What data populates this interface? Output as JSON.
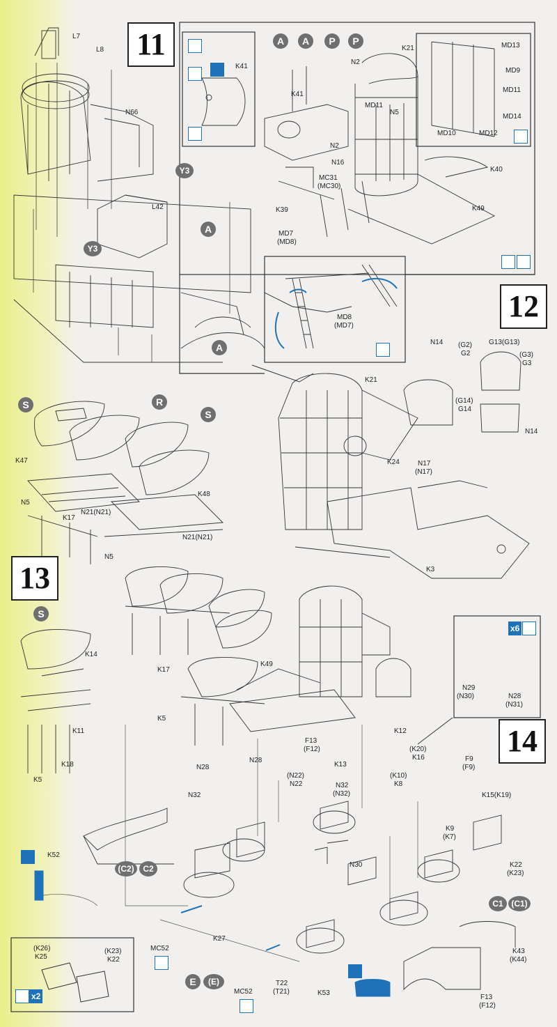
{
  "steps": {
    "s11": "11",
    "s12": "12",
    "s13": "13",
    "s14": "14"
  },
  "letters": {
    "A": "A",
    "P": "P",
    "R": "R",
    "S": "S",
    "E": "E",
    "Y3": "Y3",
    "C1": "C1",
    "C2": "C2",
    "E_paren": "(E)",
    "C1_paren": "(C1)",
    "C2_paren": "(C2)"
  },
  "badges": {
    "x2": "x2",
    "x6": "x6"
  },
  "labels": {
    "L7": "L7",
    "L8": "L8",
    "N66": "N66",
    "L42": "L42",
    "K41": "K41",
    "N2": "N2",
    "K21": "K21",
    "MD11": "MD11",
    "N5": "N5",
    "MD13": "MD13",
    "MD9": "MD9",
    "MD14": "MD14",
    "MD10": "MD10",
    "MD12": "MD12",
    "N16": "N16",
    "MC31": "MC31",
    "MC30p": "(MC30)",
    "K40": "K40",
    "K39": "K39",
    "K49": "K49",
    "MD7": "MD7",
    "MD8p": "(MD8)",
    "MD8": "MD8",
    "MD7p": "(MD7)",
    "N14": "N14",
    "G2p": "(G2)",
    "G2": "G2",
    "G13": "G13(G13)",
    "G3p": "(G3)",
    "G3": "G3",
    "G14p": "(G14)",
    "G14": "G14",
    "K24": "K24",
    "N17": "N17",
    "N17p": "(N17)",
    "K3": "K3",
    "K47": "K47",
    "K17": "K17",
    "N21N21": "N21(N21)",
    "K48": "K48",
    "K14": "K14",
    "K11": "K11",
    "K18": "K18",
    "K5": "K5",
    "N29": "N29",
    "N30p": "(N30)",
    "N28": "N28",
    "N31p": "(N31)",
    "F13": "F13",
    "F12p": "(F12)",
    "K12": "K12",
    "K13": "K13",
    "K20p": "(K20)",
    "K16": "K16",
    "F9": "F9",
    "F9p": "(F9)",
    "K10p": "(K10)",
    "K8": "K8",
    "K15": "K15(K19)",
    "N22p": "(N22)",
    "N22": "N22",
    "N32": "N32",
    "N32p": "(N32)",
    "K9": "K9",
    "K7p": "(K7)",
    "K22": "K22",
    "K23p": "(K23)",
    "K52": "K52",
    "N30": "N30",
    "K27": "K27",
    "MC52": "MC52",
    "T22": "T22",
    "T21p": "(T21)",
    "K53": "K53",
    "K43": "K43",
    "K44p": "(K44)",
    "K26p": "(K26)",
    "K25": "K25"
  }
}
